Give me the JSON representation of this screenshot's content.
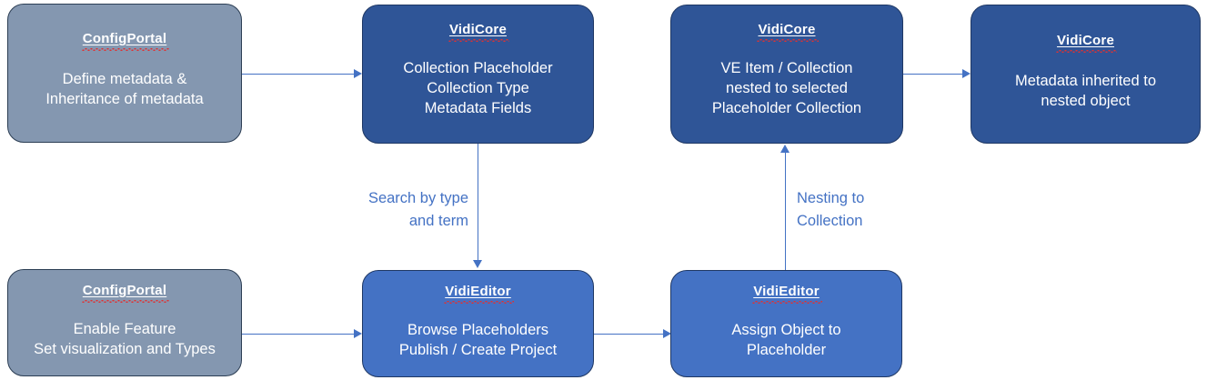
{
  "diagram": {
    "colors": {
      "gray_node": "#8497B0",
      "navy_node": "#2F5597",
      "blue_node": "#4472C4",
      "connector": "#4472C4",
      "node_text": "#FFFFFF",
      "spellcheck_underline": "#E03131",
      "background": "#FFFFFF"
    },
    "nodes": [
      {
        "id": "config-portal-metadata",
        "title": "ConfigPortal",
        "body": "Define metadata &\nInheritance of metadata",
        "style": "gray"
      },
      {
        "id": "vidicore-collection-placeholder",
        "title": "VidiCore",
        "body": "Collection Placeholder\nCollection Type\nMetadata Fields",
        "style": "navy"
      },
      {
        "id": "vidicore-nested-collection",
        "title": "VidiCore",
        "body": "VE Item / Collection\nnested to selected\nPlaceholder Collection",
        "style": "navy"
      },
      {
        "id": "vidicore-metadata-inherited",
        "title": "VidiCore",
        "body": "Metadata inherited to\nnested object",
        "style": "navy"
      },
      {
        "id": "config-portal-enable-feature",
        "title": "ConfigPortal",
        "body": "Enable Feature\nSet visualization and Types",
        "style": "gray"
      },
      {
        "id": "vidieditor-browse-placeholders",
        "title": "VidiEditor",
        "body": "Browse Placeholders\nPublish / Create Project",
        "style": "blue"
      },
      {
        "id": "vidieditor-assign-object",
        "title": "VidiEditor",
        "body": "Assign Object to\nPlaceholder",
        "style": "blue"
      }
    ],
    "edge_labels": [
      {
        "id": "search-by-type-and-term",
        "text": "Search by type\nand term"
      },
      {
        "id": "nesting-to-collection",
        "text": "Nesting to\nCollection"
      }
    ]
  }
}
